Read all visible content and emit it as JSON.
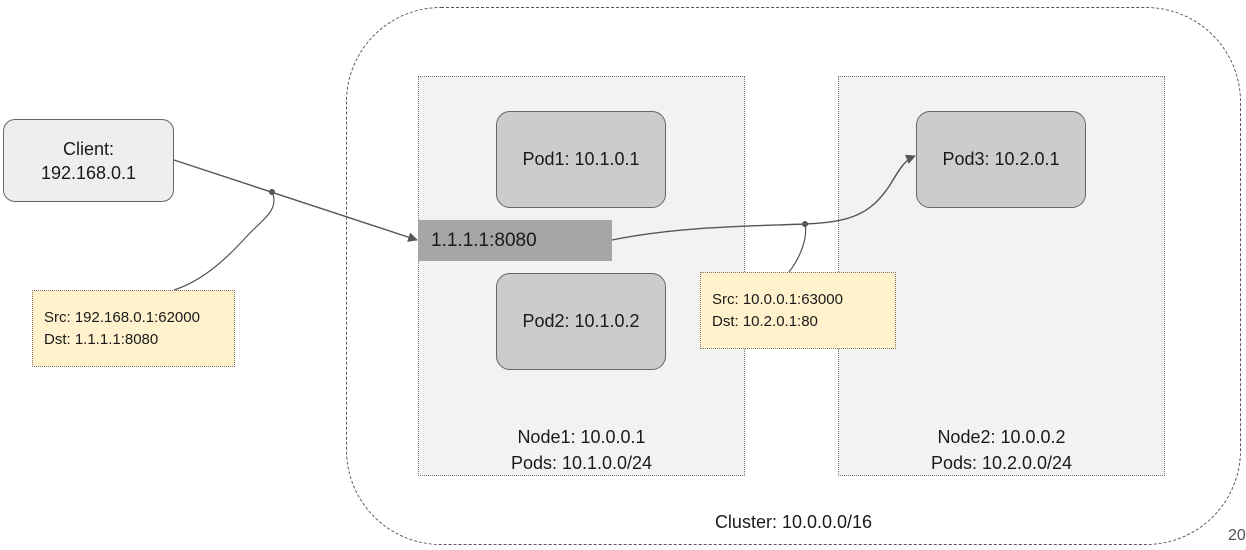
{
  "cluster": {
    "label": "Cluster: 10.0.0.0/16"
  },
  "client": {
    "line1": "Client:",
    "line2": "192.168.0.1"
  },
  "service": {
    "label": "1.1.1.1:8080"
  },
  "nodes": [
    {
      "name": "Node1: 10.0.0.1",
      "pods_cidr": "Pods: 10.1.0.0/24",
      "pods": [
        {
          "label": "Pod1: 10.1.0.1"
        },
        {
          "label": "Pod2: 10.1.0.2"
        }
      ]
    },
    {
      "name": "Node2: 10.0.0.2",
      "pods_cidr": "Pods: 10.2.0.0/24",
      "pods": [
        {
          "label": "Pod3: 10.2.0.1"
        }
      ]
    }
  ],
  "packet_notes": [
    {
      "src": "Src: 192.168.0.1:62000",
      "dst": "Dst: 1.1.1.1:8080"
    },
    {
      "src": "Src: 10.0.0.1:63000",
      "dst": "Dst: 10.2.0.1:80"
    }
  ],
  "page_number": "20",
  "colors": {
    "node_background": "#f2f2f2",
    "pod_fill": "#cccccc",
    "client_fill": "#eeeeee",
    "service_fill": "#a6a6a6",
    "note_fill": "#fff2cc",
    "connector": "#555555"
  }
}
